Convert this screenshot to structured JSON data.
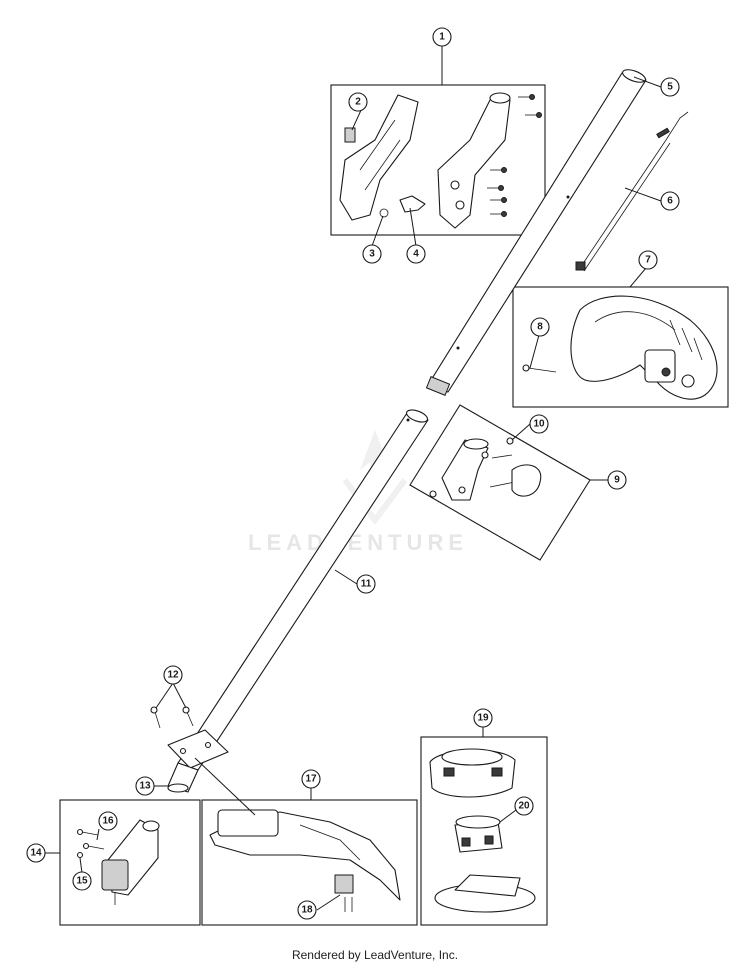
{
  "watermark": "LEADVENTURE",
  "footer": "Rendered by LeadVenture, Inc.",
  "callouts": [
    {
      "id": "c1",
      "label": "1"
    },
    {
      "id": "c2",
      "label": "2"
    },
    {
      "id": "c3",
      "label": "3"
    },
    {
      "id": "c4",
      "label": "4"
    },
    {
      "id": "c5",
      "label": "5"
    },
    {
      "id": "c6",
      "label": "6"
    },
    {
      "id": "c7",
      "label": "7"
    },
    {
      "id": "c8",
      "label": "8"
    },
    {
      "id": "c9",
      "label": "9"
    },
    {
      "id": "c10",
      "label": "10"
    },
    {
      "id": "c11",
      "label": "11"
    },
    {
      "id": "c12",
      "label": "12"
    },
    {
      "id": "c13",
      "label": "13"
    },
    {
      "id": "c14",
      "label": "14"
    },
    {
      "id": "c15",
      "label": "15"
    },
    {
      "id": "c16",
      "label": "16"
    },
    {
      "id": "c17",
      "label": "17"
    },
    {
      "id": "c18",
      "label": "18"
    },
    {
      "id": "c19",
      "label": "19"
    },
    {
      "id": "c20",
      "label": "20"
    }
  ]
}
